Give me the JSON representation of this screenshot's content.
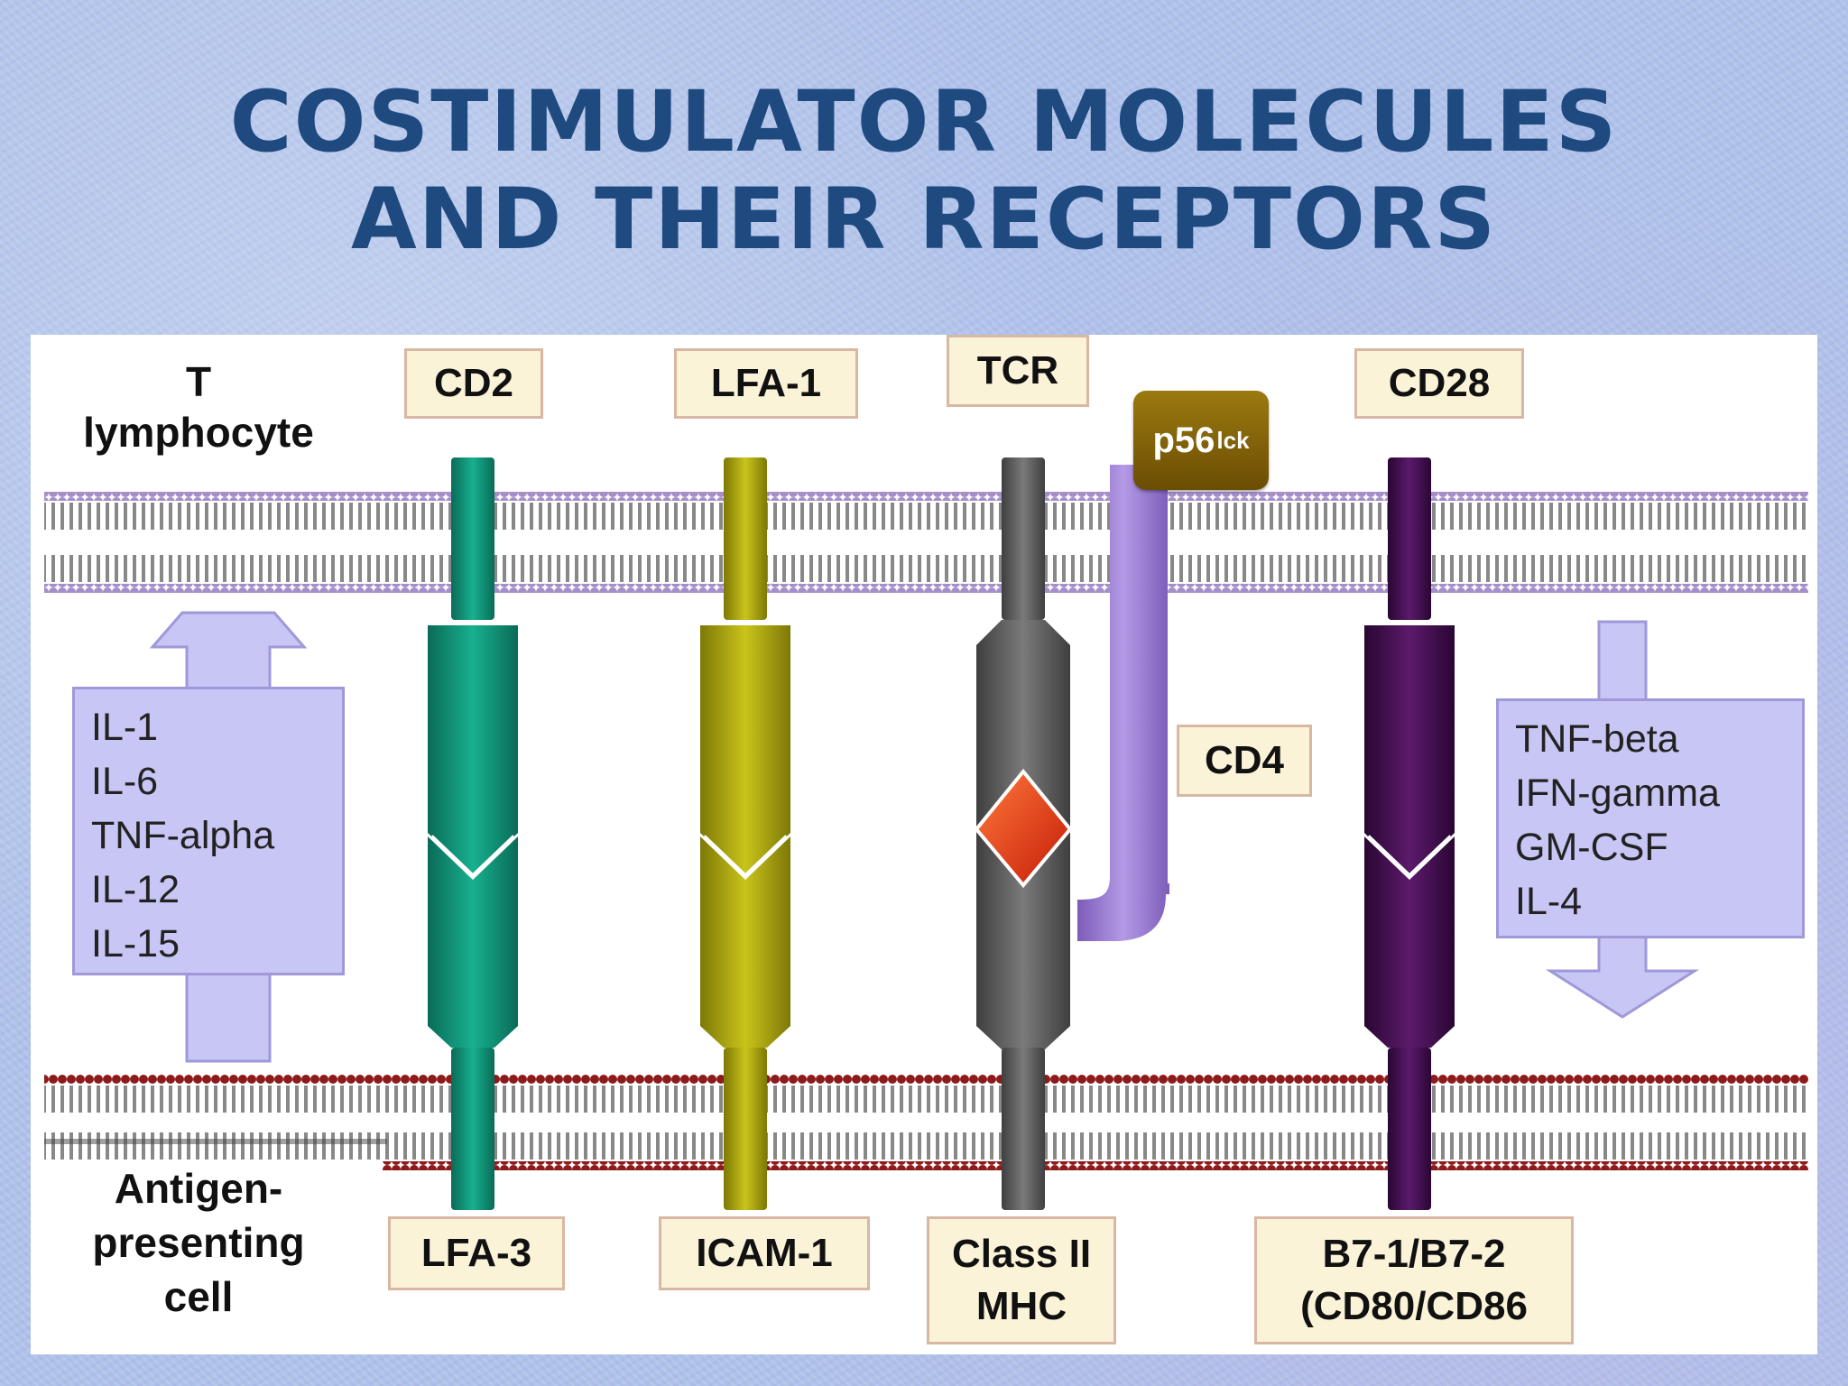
{
  "title": {
    "line1": "COSTIMULATOR MOLECULES",
    "line2": "AND THEIR RECEPTORS"
  },
  "sides": {
    "t_cell_line1": "T",
    "t_cell_line2": "lymphocyte",
    "apc_line1": "Antigen-",
    "apc_line2": "presenting",
    "apc_line3": "cell"
  },
  "top_labels": {
    "cd2": "CD2",
    "lfa1": "LFA-1",
    "tcr": "TCR",
    "cd28": "CD28",
    "cd4": "CD4"
  },
  "kinase": {
    "base": "p56",
    "sup": "lck"
  },
  "bottom_labels": {
    "lfa3": "LFA-3",
    "icam1": "ICAM-1",
    "mhc_line1": "Class II",
    "mhc_line2": "MHC",
    "b7_line1": "B7-1/B7-2",
    "b7_line2": "(CD80/CD86"
  },
  "cytokines_apc": [
    "IL-1",
    "IL-6",
    "TNF-alpha",
    "IL-12",
    "IL-15"
  ],
  "cytokines_tcell": [
    "TNF-beta",
    "IFN-gamma",
    "GM-CSF",
    "IL-4"
  ],
  "colors": {
    "title": "#1f4a80",
    "cd2_lfa3": "#0e8d73",
    "lfa1_icam1": "#a7a20a",
    "tcr_mhc": "#5a5a5a",
    "cd28_b7": "#3e0b4a",
    "cd4": "#9b7bd0",
    "antigen": "#e03a1a",
    "t_membrane": "#a58fc9",
    "apc_membrane": "#8e1b1b",
    "cytokine_box": "#c7c6f4"
  }
}
